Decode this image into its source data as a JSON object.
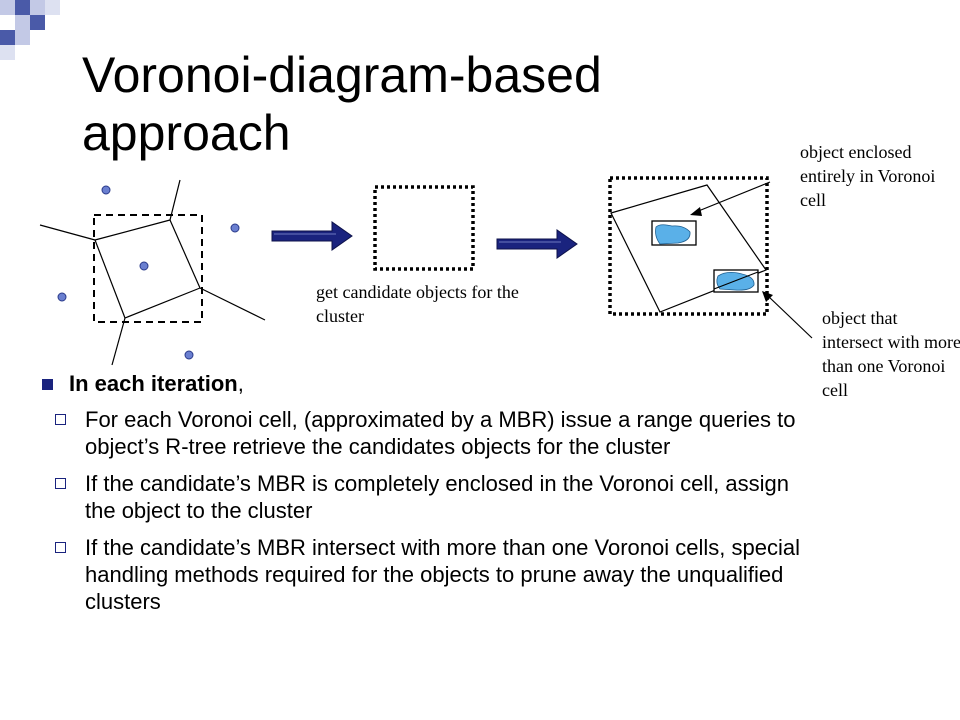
{
  "slide": {
    "title": "Voronoi-diagram-based approach"
  },
  "diagram": {
    "candidate_note": "get candidate objects for the cluster",
    "enclosed_note": "object enclosed entirely in Voronoi cell",
    "intersect_note": "object that intersect with more than one Voronoi cell"
  },
  "content": {
    "main_bullet": "In each iteration",
    "main_bullet_suffix": ",",
    "sub_bullets": [
      "For each Voronoi cell, (approximated by a MBR) issue a range queries to object’s R-tree retrieve the candidates objects for the cluster",
      "If the candidate’s MBR is completely enclosed in the Voronoi cell, assign the object to the cluster",
      "If the candidate’s MBR intersect with more than one Voronoi cells, special handling methods required for the objects to prune away the unqualified clusters"
    ]
  },
  "colors": {
    "accent": "#1a237e",
    "deco_dark": "#4a5aa8",
    "deco_light": "#c3c9e6",
    "object_fill": "#5ab0e8",
    "point_fill": "#6a7fd0"
  }
}
